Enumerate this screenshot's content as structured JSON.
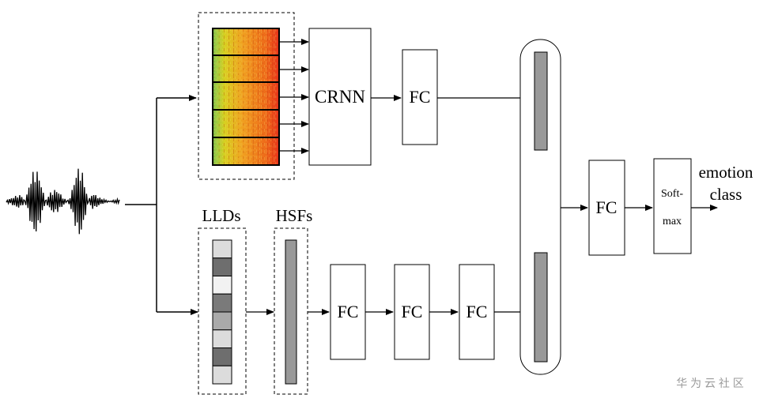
{
  "labels": {
    "crnn": "CRNN",
    "fc": "FC",
    "softmax_line1": "Soft-",
    "softmax_line2": "max",
    "llds": "LLDs",
    "hsfs": "HSFs",
    "output_line1": "emotion",
    "output_line2": "class",
    "watermark": "华 为 云 社 区"
  },
  "colors": {
    "stroke": "#000000",
    "feature_bar": "#999999",
    "watermark": "#9a9a9a"
  },
  "llds_cells": [
    "#dcdcdc",
    "#6e6e6e",
    "#f2f2f2",
    "#7a7a7a",
    "#aaaaaa",
    "#dcdcdc",
    "#6e6e6e",
    "#dcdcdc"
  ]
}
